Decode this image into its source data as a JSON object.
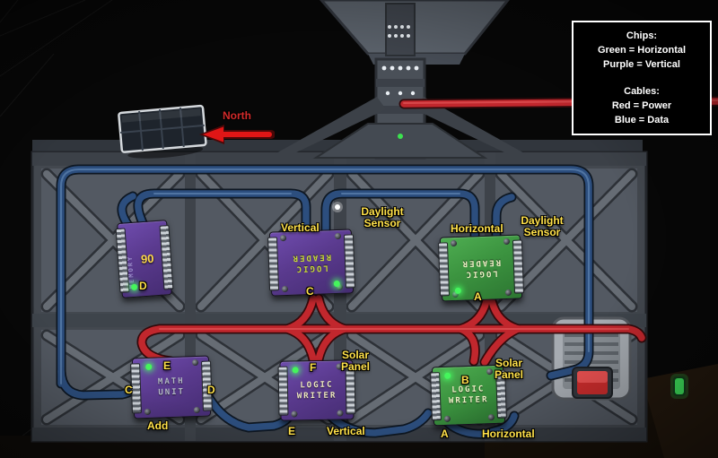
{
  "legend": {
    "chips_header": "Chips:",
    "chips_green": "Green = Horizontal",
    "chips_purple": "Purple = Vertical",
    "cables_header": "Cables:",
    "cables_red": "Red = Power",
    "cables_blue": "Blue = Data"
  },
  "compass": {
    "label": "North"
  },
  "chips": {
    "memory": {
      "name": "MEMORY",
      "value": "90",
      "pin_bottom": "D"
    },
    "reader_vertical": {
      "line1": "LOGIC",
      "line2": "READER",
      "pin_bottom": "C",
      "axis_label": "Vertical",
      "device_line1": "Daylight",
      "device_line2": "Sensor"
    },
    "reader_horizontal": {
      "line1": "LOGIC",
      "line2": "READER",
      "pin_bottom": "A",
      "axis_label": "Horizontal",
      "device_line1": "Daylight",
      "device_line2": "Sensor"
    },
    "math_unit": {
      "line1": "MATH",
      "line2": "UNIT",
      "pin_top": "E",
      "pin_left": "C",
      "pin_right": "D",
      "operation_label": "Add"
    },
    "writer_vertical": {
      "line1": "LOGIC",
      "line2": "WRITER",
      "pin_top": "F",
      "device_line1": "Solar",
      "device_line2": "Panel",
      "pin_bottom": "E",
      "axis_label": "Vertical"
    },
    "writer_horizontal": {
      "line1": "LOGIC",
      "line2": "WRITER",
      "pin_top": "B",
      "device_line1": "Solar",
      "device_line2": "Panel",
      "pin_bottom": "A",
      "axis_label": "Horizontal"
    }
  },
  "colors": {
    "chip_green": "#3c9440",
    "chip_purple": "#5a3a8e",
    "cable_power_red": "#c1272d",
    "cable_data_blue": "#2c4e7e",
    "label_yellow": "#ffe14a",
    "north_red": "#d22a2a",
    "led_green": "#45f55c"
  }
}
